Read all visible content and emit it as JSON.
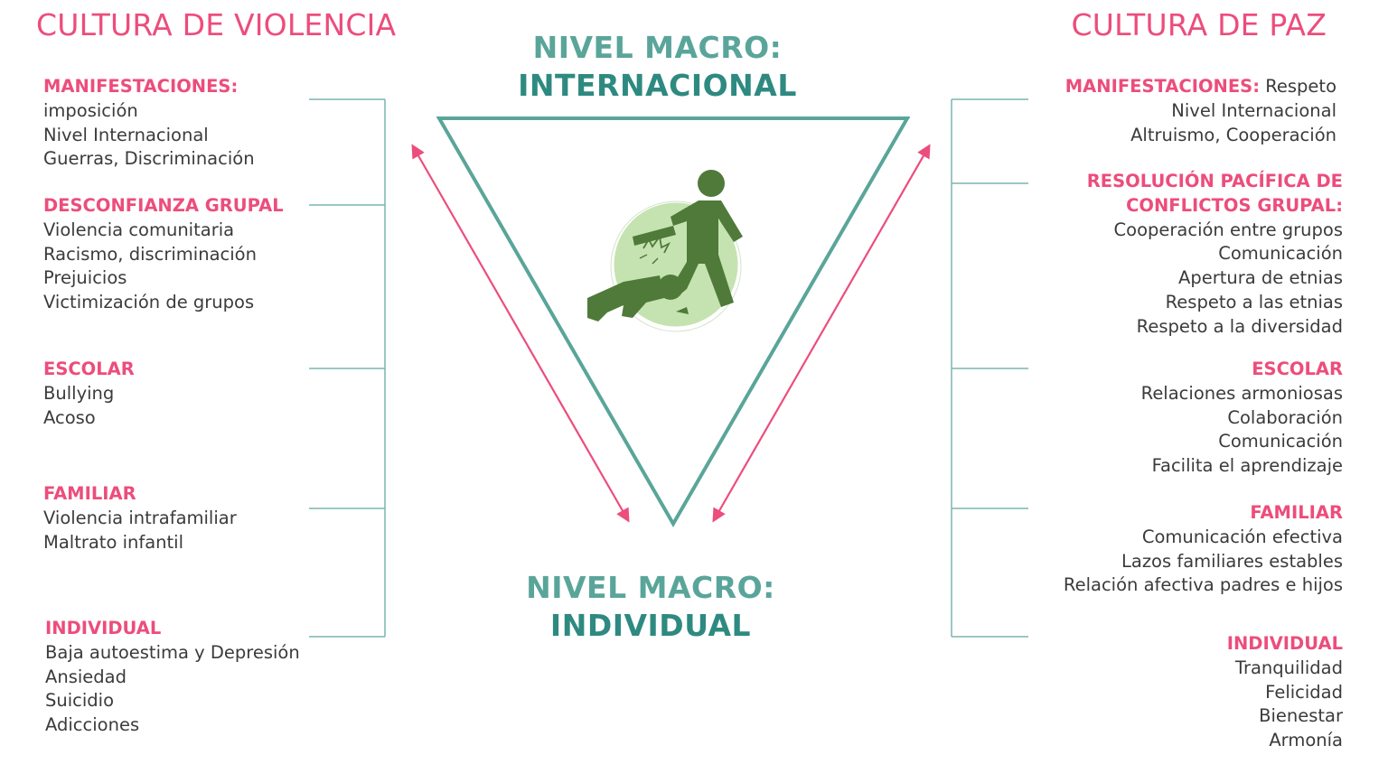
{
  "titles": {
    "left": "CULTURA DE VIOLENCIA",
    "right": "CULTURA DE PAZ"
  },
  "levels": {
    "top": {
      "line1": "NIVEL MACRO:",
      "line2": "INTERNACIONAL"
    },
    "bottom": {
      "line1": "NIVEL MACRO:",
      "line2": "INDIVIDUAL"
    }
  },
  "left_sections": [
    {
      "head": "MANIFESTACIONES:",
      "head_suffix": "",
      "items": [
        "imposición",
        "Nivel Internacional",
        "Guerras, Discriminación"
      ]
    },
    {
      "head": "DESCONFIANZA GRUPAL",
      "head_suffix": "",
      "items": [
        "Violencia comunitaria",
        "Racismo, discriminación",
        "Prejuicios",
        "Victimización de grupos"
      ]
    },
    {
      "head": "ESCOLAR",
      "head_suffix": "",
      "items": [
        "Bullying",
        "Acoso"
      ]
    },
    {
      "head": "FAMILIAR",
      "head_suffix": "",
      "items": [
        "Violencia intrafamiliar",
        "Maltrato infantil"
      ]
    },
    {
      "head": "INDIVIDUAL",
      "head_suffix": "",
      "items": [
        "Baja autoestima y Depresión",
        "Ansiedad",
        "Suicidio",
        "Adicciones"
      ]
    }
  ],
  "right_sections": [
    {
      "head": "MANIFESTACIONES:",
      "head_suffix": " Respeto",
      "items": [
        "Nivel Internacional",
        "Altruismo, Cooperación"
      ]
    },
    {
      "head": "RESOLUCIÓN PACÍFICA DE",
      "head2": "CONFLICTOS GRUPAL:",
      "items": [
        "Cooperación entre grupos",
        "Comunicación",
        "Apertura de etnias",
        "Respeto a las etnias",
        "Respeto a la diversidad"
      ]
    },
    {
      "head": "ESCOLAR",
      "items": [
        "Relaciones armoniosas",
        "Colaboración",
        "Comunicación",
        "Facilita el aprendizaje"
      ]
    },
    {
      "head": "FAMILIAR",
      "items": [
        "Comunicación efectiva",
        "Lazos familiares estables",
        "Relación afectiva padres e hijos"
      ]
    },
    {
      "head": "INDIVIDUAL",
      "items": [
        "Tranquilidad",
        "Felicidad",
        "Bienestar",
        "Armonía"
      ]
    }
  ],
  "colors": {
    "accent_pink": "#ec4d7c",
    "teal_dark": "#2e8a80",
    "teal_light": "#5aa59a",
    "line_teal": "#7ab6ae",
    "icon_green": "#4f7a3a",
    "icon_circle": "#c5e3b0"
  },
  "icon": "kicking-person-icon"
}
